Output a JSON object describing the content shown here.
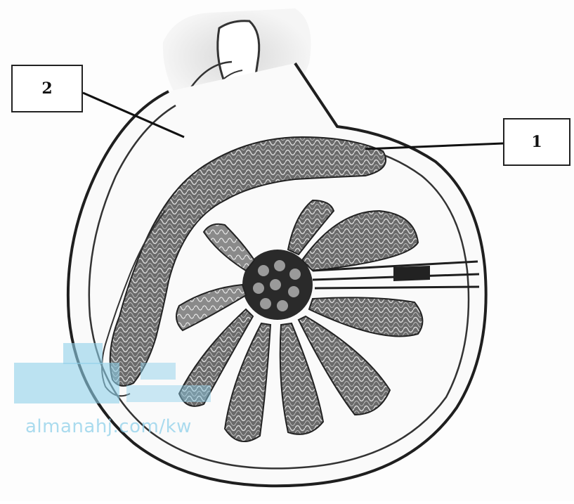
{
  "labels": {
    "label_1": "1",
    "label_2": "2"
  },
  "watermark": {
    "text": "almanahj.com/kw"
  },
  "colors": {
    "ink": "#1f1f1f",
    "tubule_fill": "#5a5a5a",
    "watermark": "#8fd0ea"
  }
}
